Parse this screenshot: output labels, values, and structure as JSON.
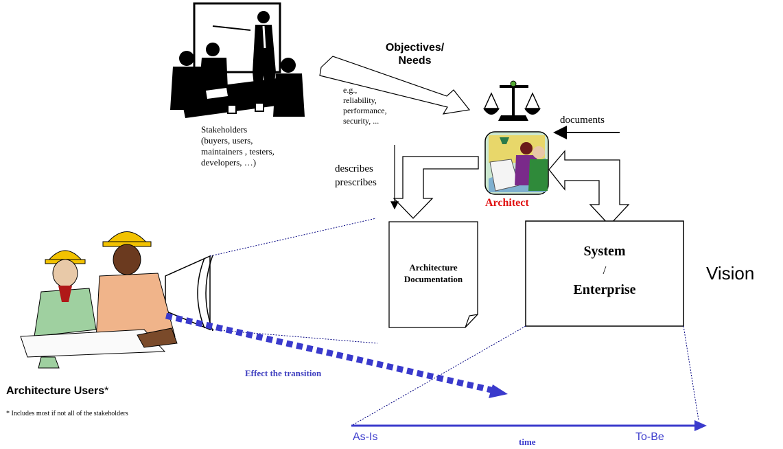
{
  "objectives": {
    "line1": "Objectives/",
    "line2": "Needs"
  },
  "examples": [
    "e.g.,",
    "reliability,",
    "performance,",
    "security, ..."
  ],
  "stakeholders": [
    "Stakeholders",
    "(buyers, users,",
    "maintainers , testers,",
    "developers, …)"
  ],
  "documents_label": "documents",
  "architect_label": "Architect",
  "describes_label": "describes",
  "prescribes_label": "prescribes",
  "arch_doc": {
    "line1": "Architecture",
    "line2": "Documentation"
  },
  "system": {
    "line1": "System",
    "line2": "/",
    "line3": "Enterprise"
  },
  "vision_label": "Vision",
  "effect_label": "Effect the transition",
  "users_title": "Architecture Users",
  "users_asterisk": "*",
  "footnote": "* Includes most if not all of the stakeholders",
  "timeline": {
    "as_is": "As-Is",
    "time": "time",
    "to_be": "To-Be"
  },
  "colors": {
    "architect": "#e01010",
    "timeline": "#3a3acc",
    "effect": "#4040c0"
  }
}
